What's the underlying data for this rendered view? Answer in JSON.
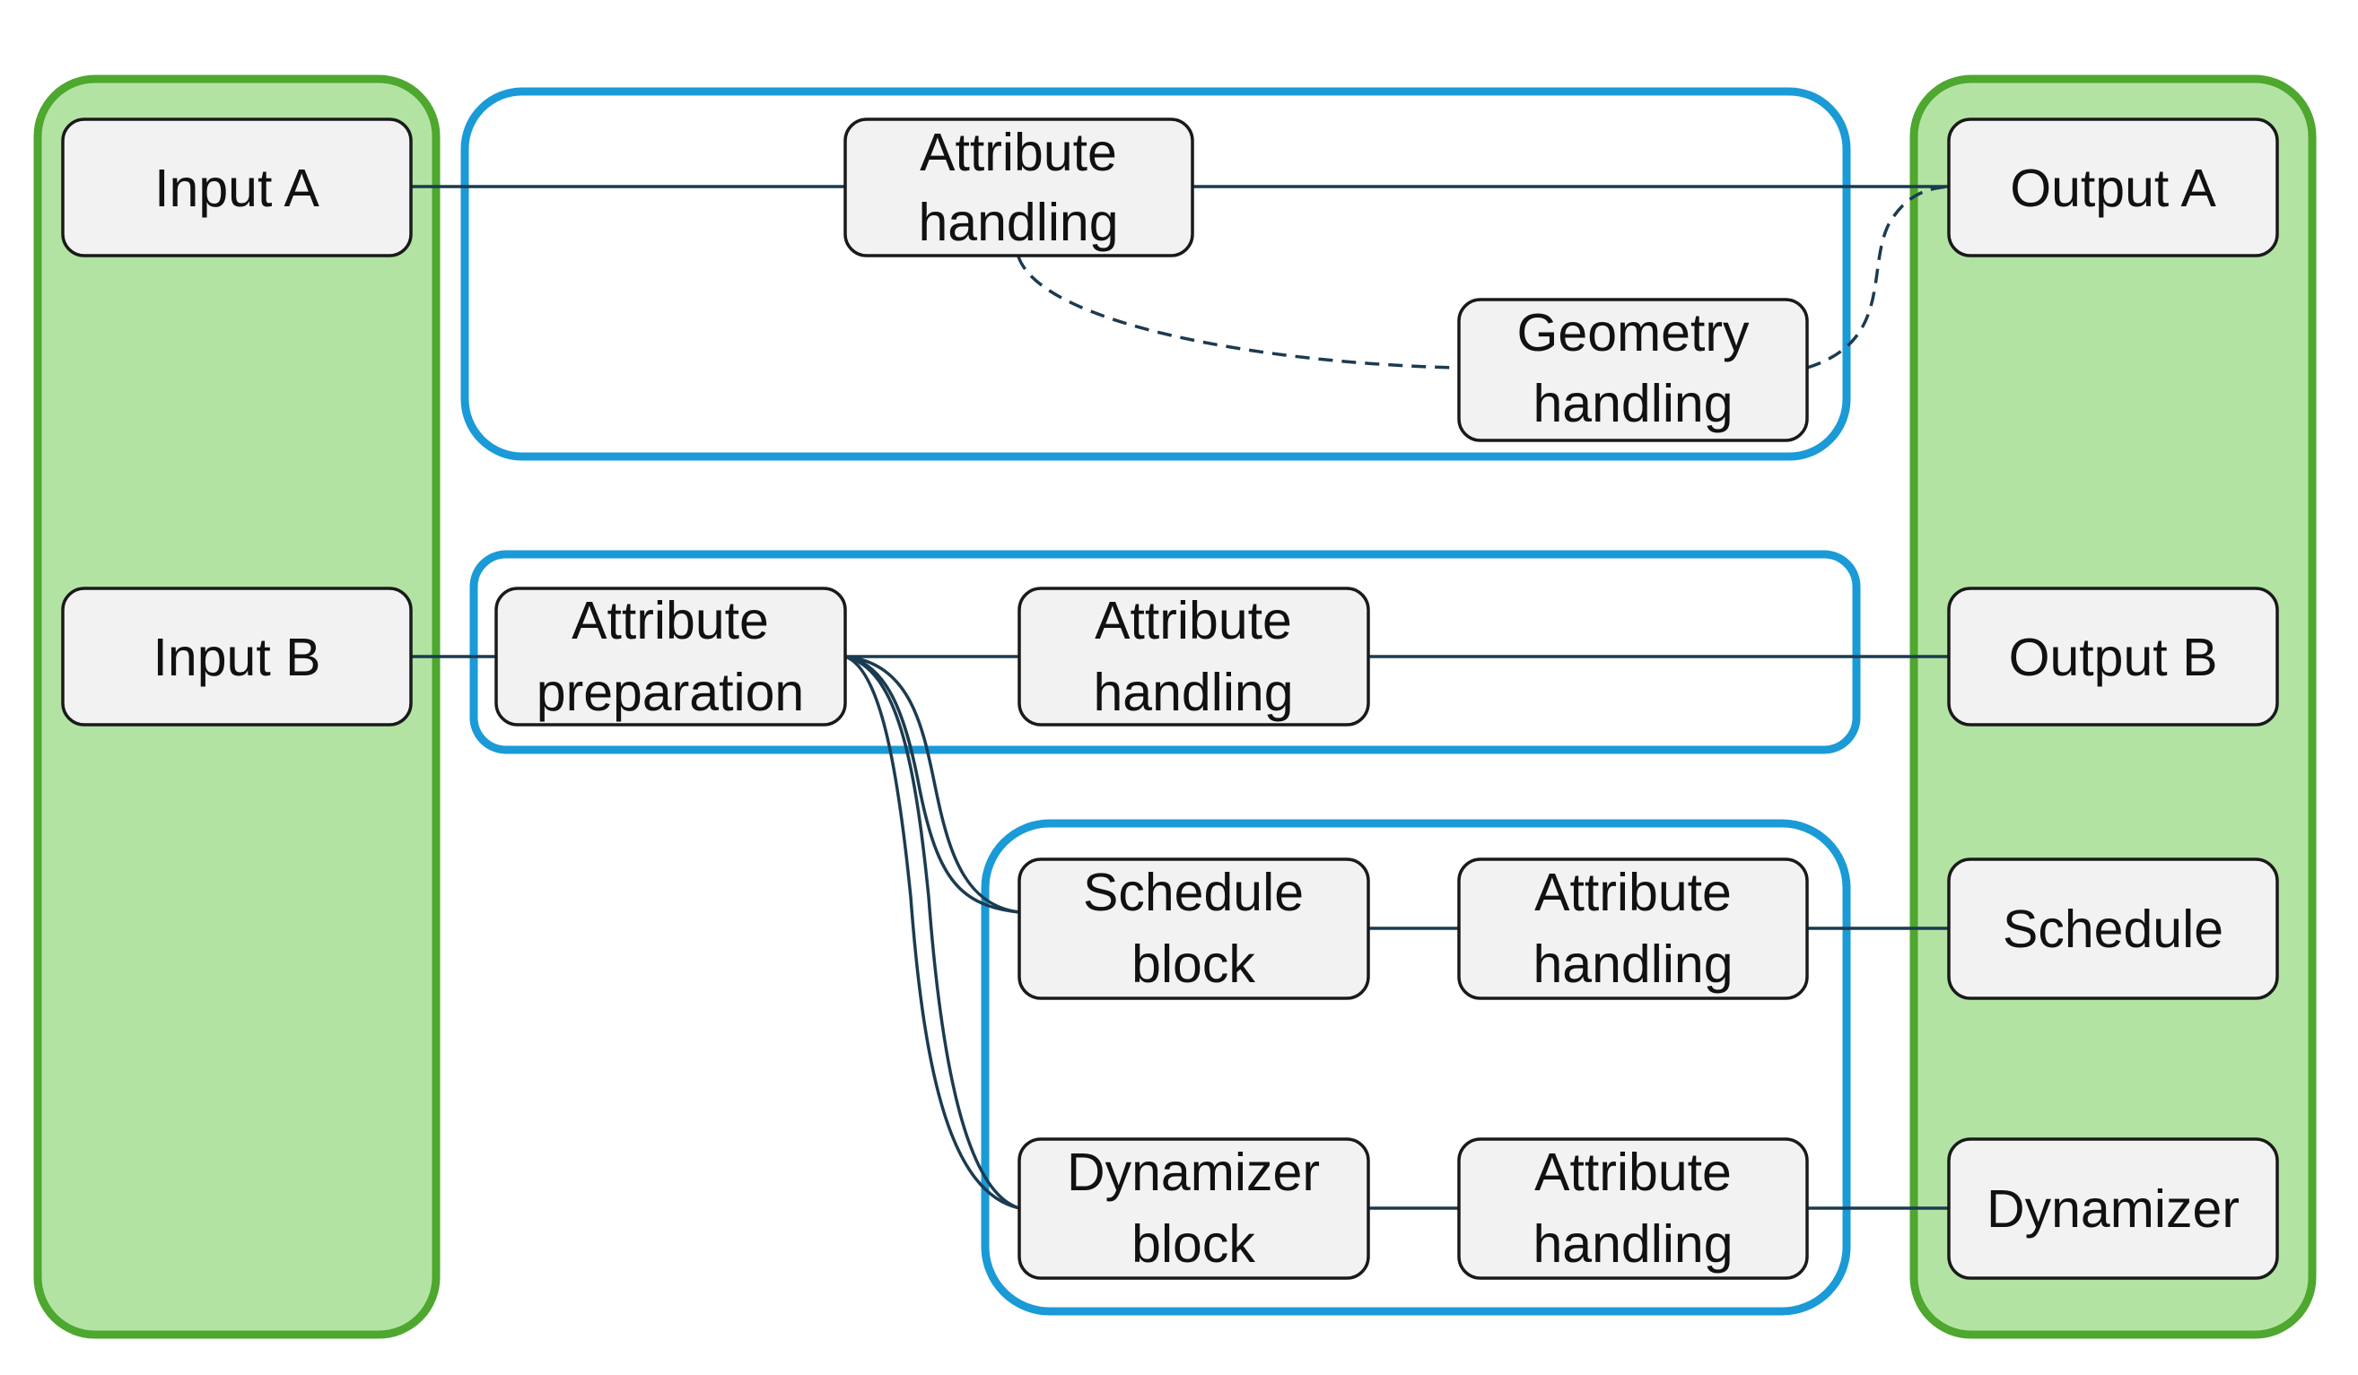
{
  "colors": {
    "group_fill": "#b3e3a3",
    "group_stroke": "#4ea72e",
    "container_stroke": "#1a9ad6",
    "node_fill": "#f2f2f2",
    "node_stroke": "#1a1a1a",
    "edge_stroke": "#1b3b50"
  },
  "nodes": {
    "input_a": [
      "Input A"
    ],
    "input_b": [
      "Input B"
    ],
    "attr_handling_1": [
      "Attribute",
      "handling"
    ],
    "geometry_handling": [
      "Geometry",
      "handling"
    ],
    "attr_preparation": [
      "Attribute",
      "preparation"
    ],
    "attr_handling_2": [
      "Attribute",
      "handling"
    ],
    "schedule_block": [
      "Schedule",
      "block"
    ],
    "attr_handling_3": [
      "Attribute",
      "handling"
    ],
    "dynamizer_block": [
      "Dynamizer",
      "block"
    ],
    "attr_handling_4": [
      "Attribute",
      "handling"
    ],
    "output_a": [
      "Output A"
    ],
    "output_b": [
      "Output B"
    ],
    "schedule": [
      "Schedule"
    ],
    "dynamizer": [
      "Dynamizer"
    ]
  },
  "edges": [
    {
      "from": "input_a",
      "to": "attr_handling_1",
      "style": "solid"
    },
    {
      "from": "attr_handling_1",
      "to": "output_a",
      "style": "solid"
    },
    {
      "from": "attr_handling_1",
      "to": "geometry_handling",
      "style": "dashed"
    },
    {
      "from": "geometry_handling",
      "to": "output_a",
      "style": "dashed"
    },
    {
      "from": "input_b",
      "to": "attr_preparation",
      "style": "solid"
    },
    {
      "from": "attr_preparation",
      "to": "attr_handling_2",
      "style": "solid"
    },
    {
      "from": "attr_handling_2",
      "to": "output_b",
      "style": "solid"
    },
    {
      "from": "attr_preparation",
      "to": "schedule_block",
      "style": "solid"
    },
    {
      "from": "attr_preparation",
      "to": "dynamizer_block",
      "style": "solid"
    },
    {
      "from": "schedule_block",
      "to": "attr_handling_3",
      "style": "solid"
    },
    {
      "from": "attr_handling_3",
      "to": "schedule",
      "style": "solid"
    },
    {
      "from": "dynamizer_block",
      "to": "attr_handling_4",
      "style": "solid"
    },
    {
      "from": "attr_handling_4",
      "to": "dynamizer",
      "style": "solid"
    }
  ]
}
